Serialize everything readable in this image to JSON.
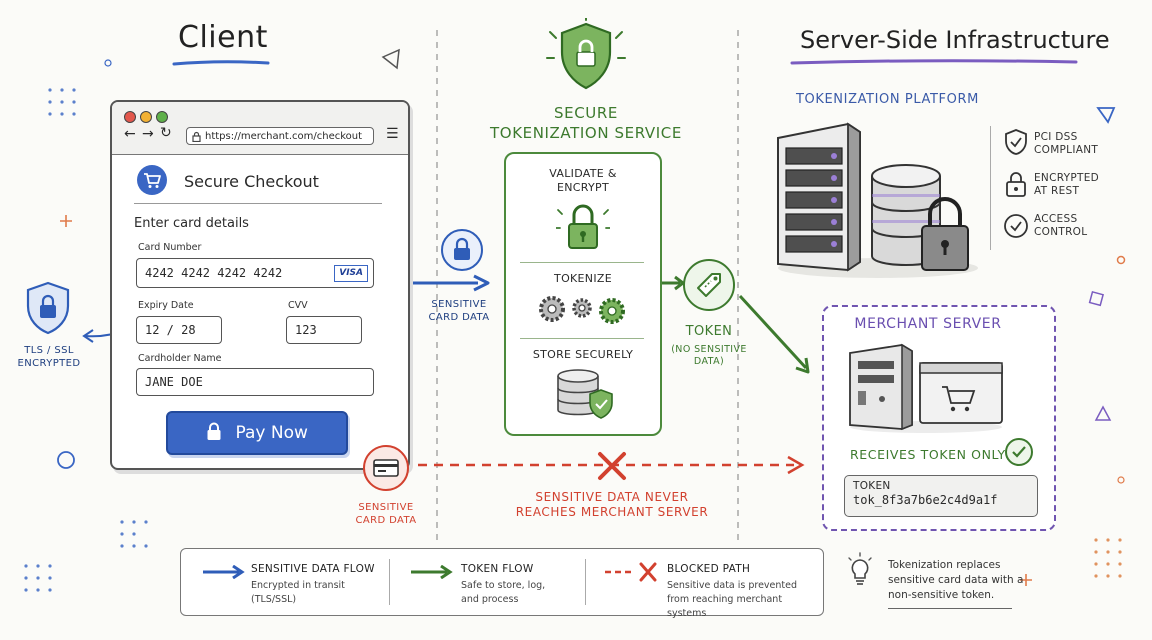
{
  "client": {
    "title": "Client"
  },
  "server": {
    "title": "Server-Side Infrastructure"
  },
  "browser": {
    "url": "https://merchant.com/checkout",
    "checkout_title": "Secure Checkout",
    "subtitle": "Enter card details",
    "card_number_label": "Card Number",
    "card_number": "4242 4242 4242 4242",
    "card_brand": "VISA",
    "expiry_label": "Expiry Date",
    "expiry": "12 / 28",
    "cvv_label": "CVV",
    "cvv": "123",
    "holder_label": "Cardholder Name",
    "holder": "JANE DOE",
    "pay_label": "Pay Now"
  },
  "tls": {
    "line1": "TLS / SSL",
    "line2": "ENCRYPTED"
  },
  "sensitive_top": {
    "line1": "SENSITIVE",
    "line2": "CARD DATA"
  },
  "sensitive_bottom": {
    "line1": "SENSITIVE",
    "line2": "CARD DATA"
  },
  "service": {
    "title_line1": "SECURE",
    "title_line2": "TOKENIZATION SERVICE",
    "step1_line1": "VALIDATE &",
    "step1_line2": "ENCRYPT",
    "step2": "TOKENIZE",
    "step3": "STORE SECURELY"
  },
  "token_flow": {
    "label": "TOKEN",
    "note_line1": "(NO SENSITIVE",
    "note_line2": "DATA)"
  },
  "platform": {
    "title": "TOKENIZATION PLATFORM",
    "features": [
      {
        "icon": "shield-check-icon",
        "line1": "PCI DSS",
        "line2": "COMPLIANT"
      },
      {
        "icon": "lock-icon",
        "line1": "ENCRYPTED",
        "line2": "AT REST"
      },
      {
        "icon": "check-circle-icon",
        "line1": "ACCESS",
        "line2": "CONTROL"
      }
    ]
  },
  "merchant": {
    "title": "MERCHANT SERVER",
    "receives": "RECEIVES TOKEN ONLY",
    "token_label": "TOKEN",
    "token_value": "tok_8f3a7b6e2c4d9a1f"
  },
  "blocked": {
    "line1": "SENSITIVE DATA NEVER",
    "line2": "REACHES MERCHANT SERVER"
  },
  "legend": {
    "sensitive_title": "SENSITIVE DATA FLOW",
    "sensitive_desc1": "Encrypted in transit",
    "sensitive_desc2": "(TLS/SSL)",
    "token_title": "TOKEN FLOW",
    "token_desc1": "Safe to store, log,",
    "token_desc2": "and process",
    "blocked_title": "BLOCKED PATH",
    "blocked_desc1": "Sensitive data is prevented",
    "blocked_desc2": "from reaching merchant systems"
  },
  "tip": {
    "line1": "Tokenization replaces",
    "line2": "sensitive card data with a",
    "line3": "non-sensitive token."
  },
  "colors": {
    "sensitive": "#2f5db8",
    "token": "#3d7a2e",
    "blocked": "#d2412f",
    "merchant": "#6a4fb0"
  }
}
